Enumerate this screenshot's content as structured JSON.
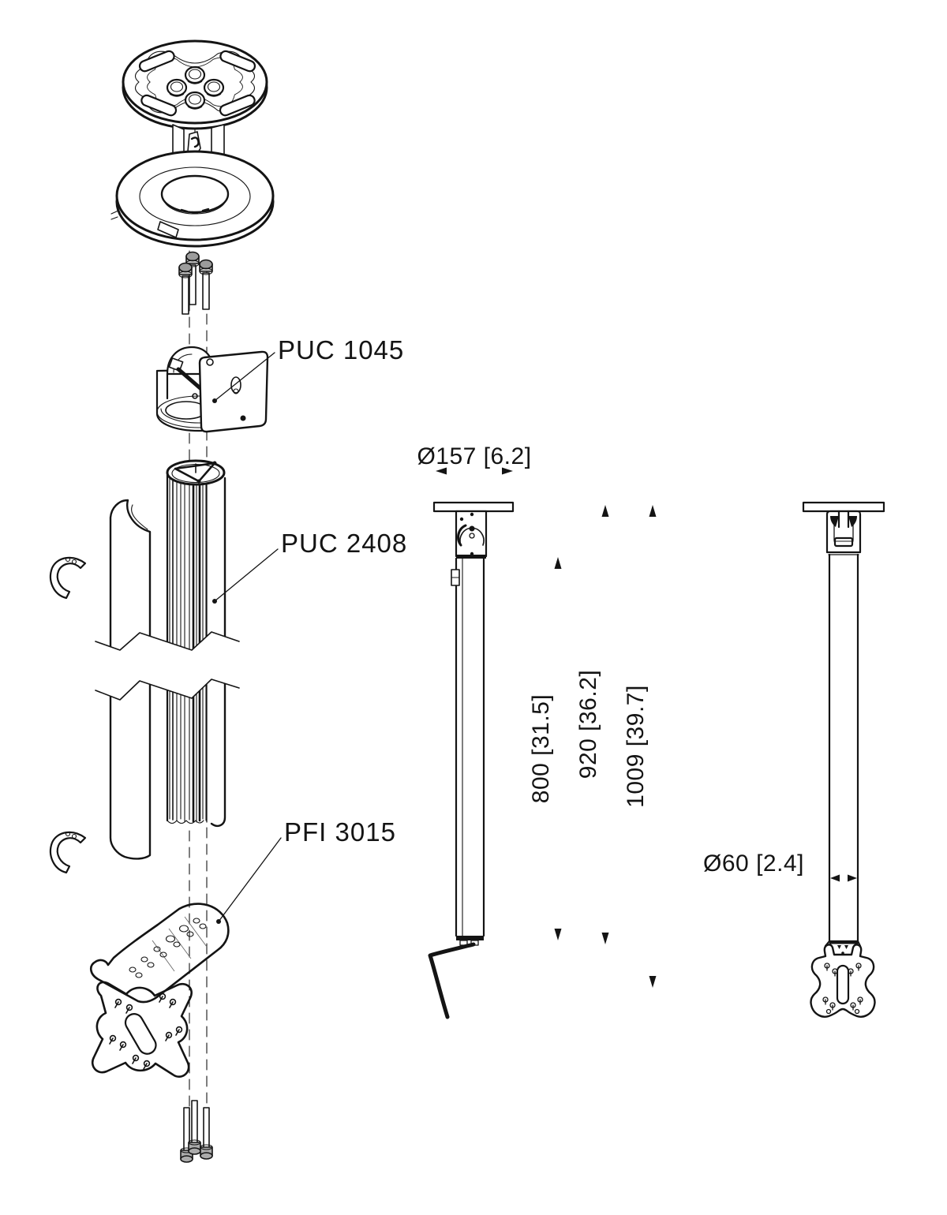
{
  "drawing": {
    "type": "technical-assembly-drawing",
    "labels": {
      "coupler": "PUC 1045",
      "pole": "PUC 2408",
      "bracket": "PFI 3015"
    },
    "dimensions": {
      "plate_diameter": "Ø157 [6.2]",
      "pole_length": "800 [31.5]",
      "assembly_length": "920 [36.2]",
      "total_length": "1009 [39.7]",
      "pole_diameter": "Ø60 [2.4]"
    },
    "colors": {
      "line": "#141414",
      "background": "#ffffff"
    }
  }
}
